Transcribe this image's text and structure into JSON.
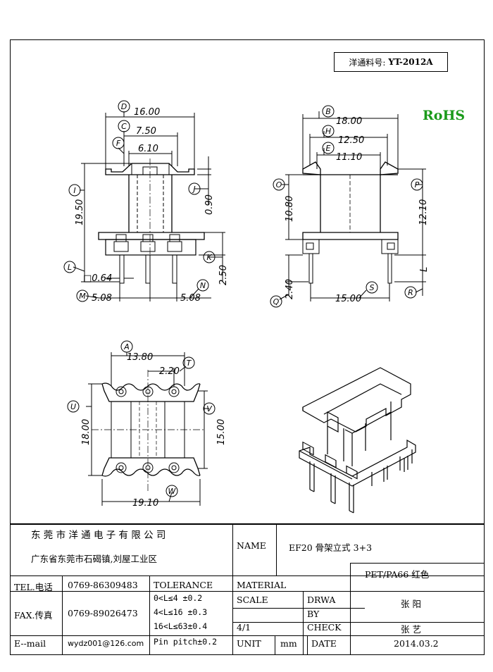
{
  "header": {
    "part_label": "洋通料号:",
    "part_number": "YT-2012A",
    "rohs": "RoHS"
  },
  "dimensions": {
    "d_16": "16.00",
    "d_750": "7.50",
    "d_610": "6.10",
    "d_1950": "19.50",
    "d_090": "0.90",
    "d_250": "2.50",
    "d_064": "□0.64",
    "d_508a": "5.08",
    "d_508b": "5.08",
    "d_18": "18.00",
    "d_1250": "12.50",
    "d_1110": "11.10",
    "d_1080": "10.80",
    "d_1210": "12.10",
    "d_240": "2.40",
    "d_15": "15.00",
    "d_L": "L",
    "d_1380": "13.80",
    "d_220": "2.20",
    "d_18b": "18.00",
    "d_15b": "15.00",
    "d_1910": "19.10"
  },
  "callouts": {
    "A": "A",
    "B": "B",
    "C": "C",
    "D": "D",
    "E": "E",
    "F": "F",
    "H": "H",
    "I": "I",
    "J": "J",
    "K": "K",
    "L": "L",
    "M": "M",
    "N": "N",
    "O": "O",
    "P": "P",
    "Q": "Q",
    "R": "R",
    "S": "S",
    "T": "T",
    "U": "U",
    "V": "V",
    "W": "W"
  },
  "title_block": {
    "company": "东 莞 市 洋 通 电 子 有 限 公 司",
    "address": "广东省东莞市石碣镇,刘屋工业区",
    "name_label": "NAME",
    "name_value": "EF20 骨架立式 3+3",
    "tel_label": "TEL.电话",
    "tel_value": "0769-86309483",
    "tolerance_label": "TOLERANCE",
    "material_label": "MATERIAL",
    "material_value": "PET/PA66 红色",
    "fax_label": "FAX.传真",
    "fax_value": "0769-89026473",
    "tol_1": "0<L≤4   ±0.2",
    "tol_2": "4<L≤16  ±0.3",
    "tol_3": "16<L≤63±0.4",
    "tol_4": "Pin pitch±0.2",
    "scale_label": "SCALE",
    "scale_value": "4/1",
    "drawn_label_1": "DRWA",
    "drawn_label_2": "BY",
    "drawn_value": "张 阳",
    "check_label": "CHECK",
    "check_value": "张 艺",
    "email_label": "E--mail",
    "email_value": "wydz001@126.com",
    "unit_label": "UNIT",
    "unit_value": "mm",
    "date_label": "DATE",
    "date_value": "2014.03.2"
  }
}
